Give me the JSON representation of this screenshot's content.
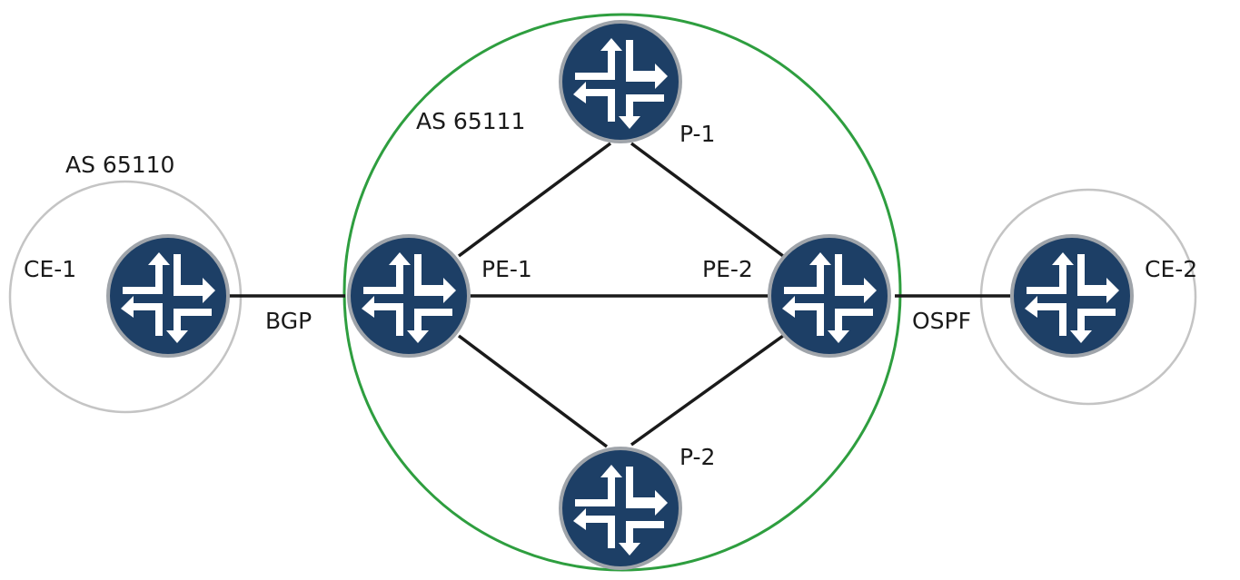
{
  "colors": {
    "router_fill": "#1d3f66",
    "router_ring": "#9fa4aa",
    "provider_as_boundary": "#2e9e3f",
    "customer_as_boundary": "#c4c4c4",
    "link": "#1a1a1a"
  },
  "autonomous_systems": {
    "customer": {
      "label": "AS 65110"
    },
    "provider": {
      "label": "AS 65111"
    }
  },
  "routers": {
    "ce1": {
      "label": "CE-1",
      "icon": "router-icon"
    },
    "pe1": {
      "label": "PE-1",
      "icon": "router-icon"
    },
    "p1": {
      "label": "P-1",
      "icon": "router-icon"
    },
    "p2": {
      "label": "P-2",
      "icon": "router-icon"
    },
    "pe2": {
      "label": "PE-2",
      "icon": "router-icon"
    },
    "ce2": {
      "label": "CE-2",
      "icon": "router-icon"
    }
  },
  "links": {
    "ce1_pe1": {
      "protocol": "BGP"
    },
    "pe2_ce2": {
      "protocol": "OSPF"
    }
  }
}
